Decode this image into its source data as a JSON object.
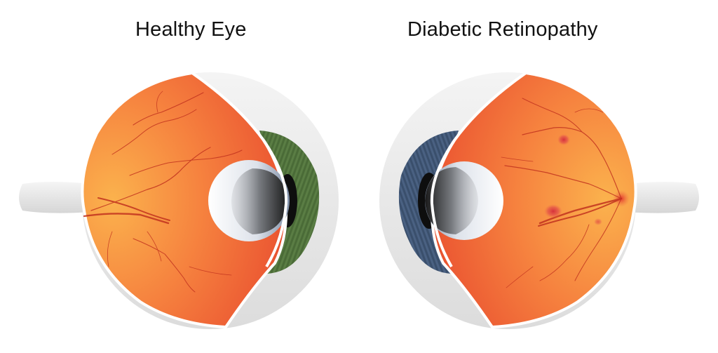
{
  "panels": [
    {
      "title": "Healthy Eye",
      "condition": "healthy",
      "iris_color": "#4a6b37",
      "lesions": 0
    },
    {
      "title": "Diabetic Retinopathy",
      "condition": "diabetic-retinopathy",
      "iris_color": "#3a4f6c",
      "lesions": 3
    }
  ],
  "colors": {
    "retina_light": "#f9a848",
    "retina_mid": "#f4733c",
    "retina_dark": "#d63a26",
    "vessel": "#c2331f",
    "sclera": "#ececec",
    "lesion": "#d8343a",
    "background": "#ffffff"
  }
}
